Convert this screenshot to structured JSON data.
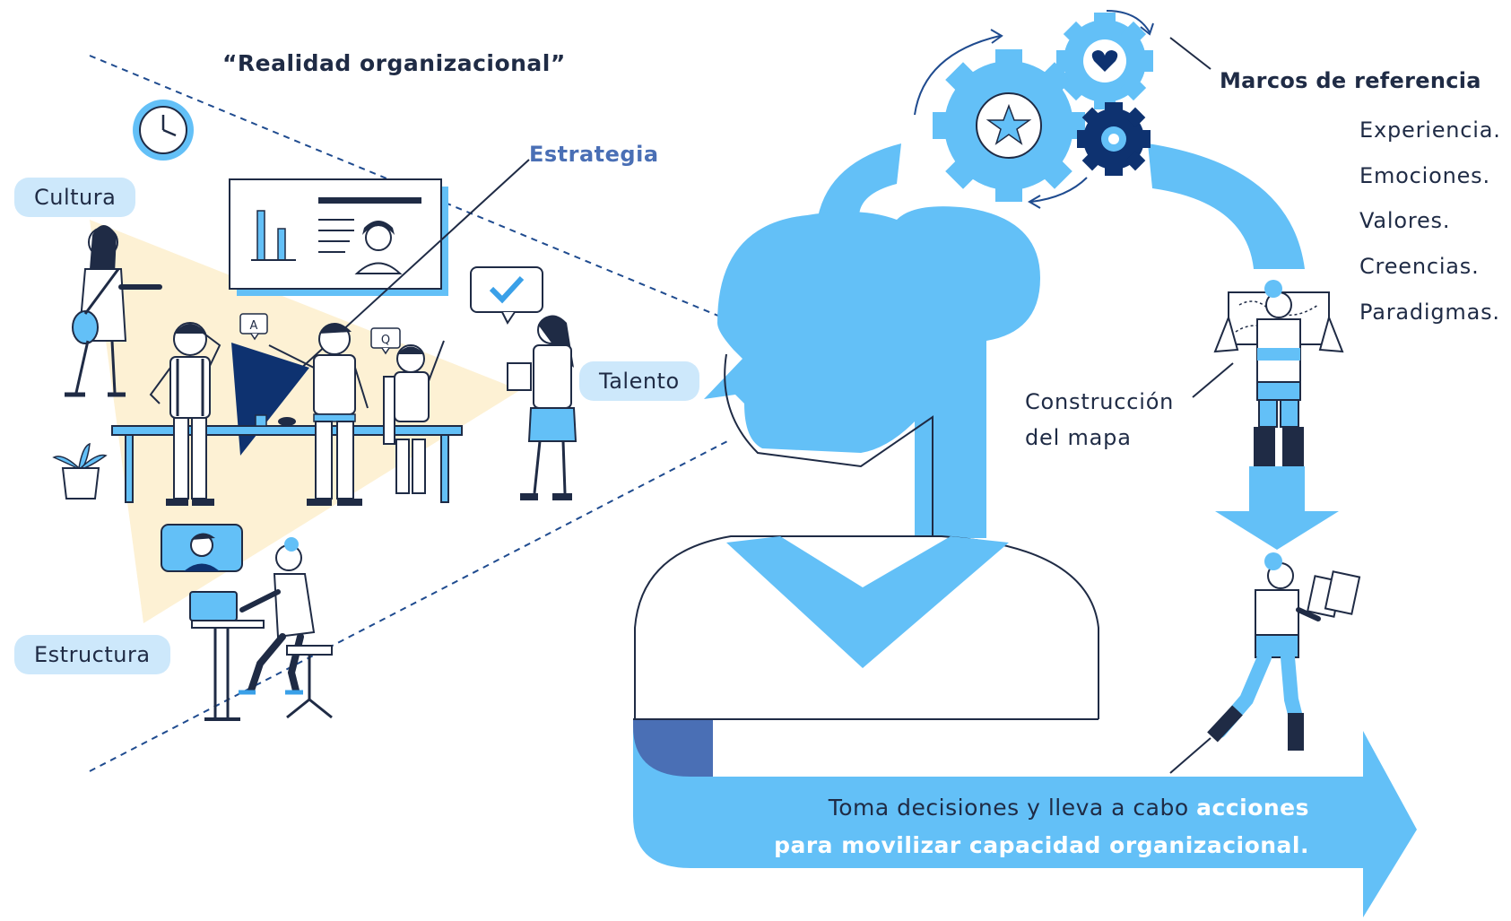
{
  "title": "“Realidad organizacional”",
  "strategy_label": "Estrategia",
  "labels": {
    "cultura": "Cultura",
    "talento": "Talento",
    "estructura": "Estructura"
  },
  "frames": {
    "heading": "Marcos de referencia",
    "items": [
      "Experiencia.",
      "Emociones.",
      "Valores.",
      "Creencias.",
      "Paradigmas."
    ]
  },
  "map": {
    "line1": "Construcción",
    "line2": "del mapa"
  },
  "bottom": {
    "part1": "Toma decisiones y lleva a cabo ",
    "part1_highlight": "acciones",
    "part2_highlight": "para movilizar capacidad organizacional."
  },
  "slide_letters": {
    "a": "A",
    "q": "Q"
  },
  "colors": {
    "primary_blue": "#63c0f7",
    "navy": "#0e3270",
    "mid_blue": "#4a6fb5",
    "light_blue": "#cde8fb",
    "cream": "#fdf1d4",
    "ink": "#1f2b45"
  }
}
